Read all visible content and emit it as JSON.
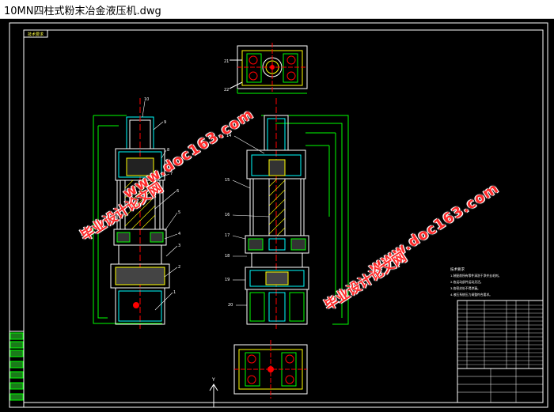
{
  "window": {
    "title": "10MN四柱式粉末冶金液压机.dwg"
  },
  "drawing": {
    "frame_tag": "技术要求",
    "notes_heading": "技术要求",
    "notes": [
      "1.装配前所有零件清洗干净并去毛刺。",
      "2.各运动部件运动灵活。",
      "3.各密封处不得渗漏。",
      "4.液压系统压力调整符合要求。"
    ],
    "part_numbers_left": [
      "10",
      "9",
      "8",
      "7",
      "6",
      "5",
      "4",
      "3",
      "2",
      "1"
    ],
    "part_numbers_right": [
      "14",
      "15",
      "16",
      "17",
      "18",
      "19",
      "20"
    ],
    "part_numbers_top": [
      "21",
      "22"
    ],
    "colors": {
      "background": "#000000",
      "frame": "#ffffff",
      "outline": "#00ff00",
      "hidden": "#00ffff",
      "section": "#ff0000",
      "hatch": "#ffff00",
      "table": "#ffffff"
    }
  },
  "watermarks": {
    "site": "www.doc163.com",
    "cn": "毕业设计论文网"
  },
  "ucs": {
    "y_label": "Y"
  }
}
